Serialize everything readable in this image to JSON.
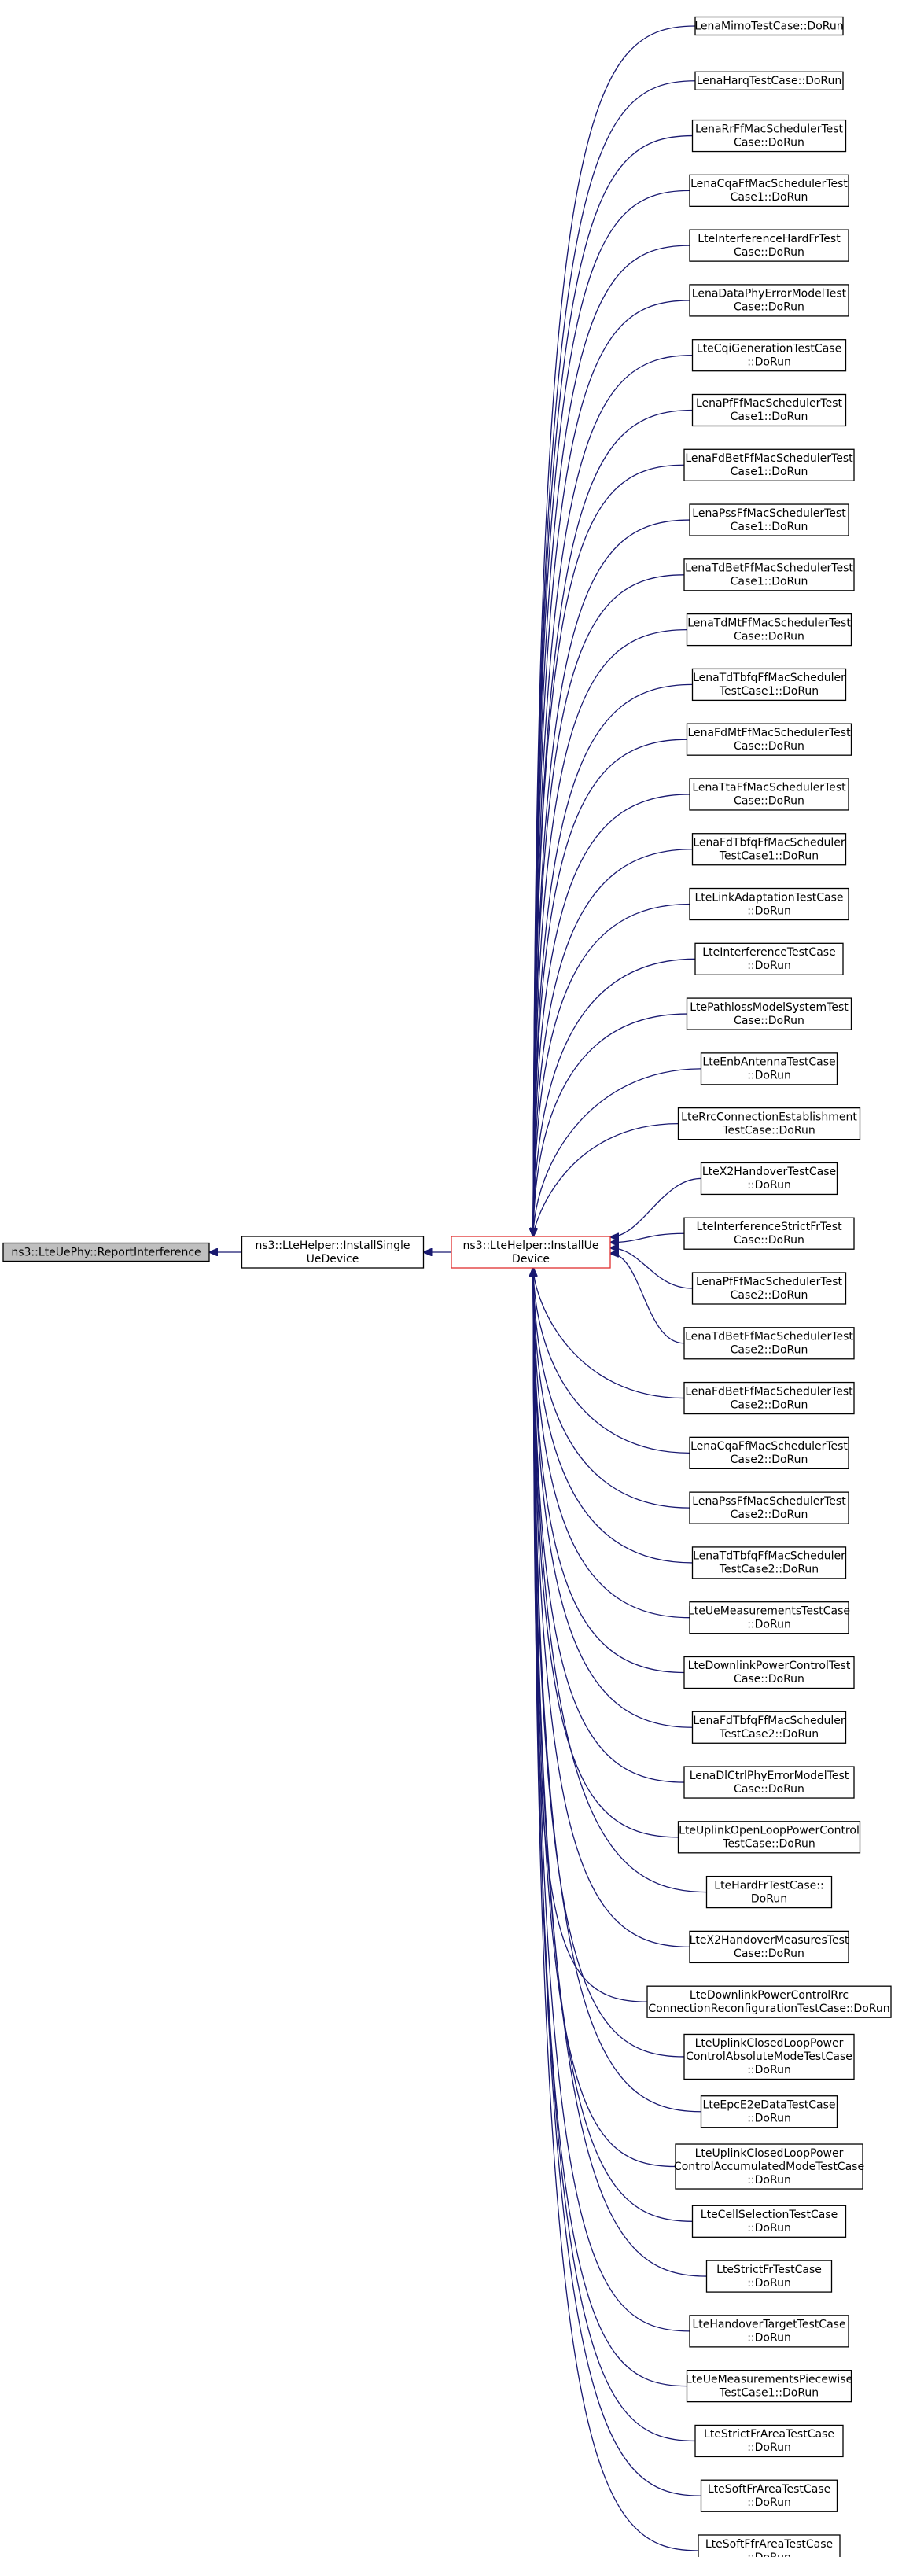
{
  "graph": {
    "edge_color": "#191970",
    "root": {
      "id": "root",
      "lines": [
        "ns3::LteUePhy::ReportInterference"
      ]
    },
    "middle": {
      "id": "mid",
      "lines": [
        "ns3::LteHelper::InstallSingle",
        "UeDevice"
      ]
    },
    "focus": {
      "id": "focus",
      "lines": [
        "ns3::LteHelper::InstallUe",
        "Device"
      ],
      "border_color": "#e03030"
    },
    "callers": [
      {
        "lines": [
          "LenaMimoTestCase::DoRun"
        ]
      },
      {
        "lines": [
          "LenaHarqTestCase::DoRun"
        ]
      },
      {
        "lines": [
          "LenaRrFfMacSchedulerTest",
          "Case::DoRun"
        ]
      },
      {
        "lines": [
          "LenaCqaFfMacSchedulerTest",
          "Case1::DoRun"
        ]
      },
      {
        "lines": [
          "LteInterferenceHardFrTest",
          "Case::DoRun"
        ]
      },
      {
        "lines": [
          "LenaDataPhyErrorModelTest",
          "Case::DoRun"
        ]
      },
      {
        "lines": [
          "LteCqiGenerationTestCase",
          "::DoRun"
        ]
      },
      {
        "lines": [
          "LenaPfFfMacSchedulerTest",
          "Case1::DoRun"
        ]
      },
      {
        "lines": [
          "LenaFdBetFfMacSchedulerTest",
          "Case1::DoRun"
        ]
      },
      {
        "lines": [
          "LenaPssFfMacSchedulerTest",
          "Case1::DoRun"
        ]
      },
      {
        "lines": [
          "LenaTdBetFfMacSchedulerTest",
          "Case1::DoRun"
        ]
      },
      {
        "lines": [
          "LenaTdMtFfMacSchedulerTest",
          "Case::DoRun"
        ]
      },
      {
        "lines": [
          "LenaTdTbfqFfMacScheduler",
          "TestCase1::DoRun"
        ]
      },
      {
        "lines": [
          "LenaFdMtFfMacSchedulerTest",
          "Case::DoRun"
        ]
      },
      {
        "lines": [
          "LenaTtaFfMacSchedulerTest",
          "Case::DoRun"
        ]
      },
      {
        "lines": [
          "LenaFdTbfqFfMacScheduler",
          "TestCase1::DoRun"
        ]
      },
      {
        "lines": [
          "LteLinkAdaptationTestCase",
          "::DoRun"
        ]
      },
      {
        "lines": [
          "LteInterferenceTestCase",
          "::DoRun"
        ]
      },
      {
        "lines": [
          "LtePathlossModelSystemTest",
          "Case::DoRun"
        ]
      },
      {
        "lines": [
          "LteEnbAntennaTestCase",
          "::DoRun"
        ]
      },
      {
        "lines": [
          "LteRrcConnectionEstablishment",
          "TestCase::DoRun"
        ]
      },
      {
        "lines": [
          "LteX2HandoverTestCase",
          "::DoRun"
        ]
      },
      {
        "lines": [
          "LteInterferenceStrictFrTest",
          "Case::DoRun"
        ]
      },
      {
        "lines": [
          "LenaPfFfMacSchedulerTest",
          "Case2::DoRun"
        ]
      },
      {
        "lines": [
          "LenaTdBetFfMacSchedulerTest",
          "Case2::DoRun"
        ]
      },
      {
        "lines": [
          "LenaFdBetFfMacSchedulerTest",
          "Case2::DoRun"
        ]
      },
      {
        "lines": [
          "LenaCqaFfMacSchedulerTest",
          "Case2::DoRun"
        ]
      },
      {
        "lines": [
          "LenaPssFfMacSchedulerTest",
          "Case2::DoRun"
        ]
      },
      {
        "lines": [
          "LenaTdTbfqFfMacScheduler",
          "TestCase2::DoRun"
        ]
      },
      {
        "lines": [
          "LteUeMeasurementsTestCase",
          "::DoRun"
        ]
      },
      {
        "lines": [
          "LteDownlinkPowerControlTest",
          "Case::DoRun"
        ]
      },
      {
        "lines": [
          "LenaFdTbfqFfMacScheduler",
          "TestCase2::DoRun"
        ]
      },
      {
        "lines": [
          "LenaDlCtrlPhyErrorModelTest",
          "Case::DoRun"
        ]
      },
      {
        "lines": [
          "LteUplinkOpenLoopPowerControl",
          "TestCase::DoRun"
        ]
      },
      {
        "lines": [
          "LteHardFrTestCase::",
          "DoRun"
        ]
      },
      {
        "lines": [
          "LteX2HandoverMeasuresTest",
          "Case::DoRun"
        ]
      },
      {
        "lines": [
          "LteDownlinkPowerControlRrc",
          "ConnectionReconfigurationTestCase::DoRun"
        ]
      },
      {
        "lines": [
          "LteUplinkClosedLoopPower",
          "ControlAbsoluteModeTestCase",
          "::DoRun"
        ]
      },
      {
        "lines": [
          "LteEpcE2eDataTestCase",
          "::DoRun"
        ]
      },
      {
        "lines": [
          "LteUplinkClosedLoopPower",
          "ControlAccumulatedModeTestCase",
          "::DoRun"
        ]
      },
      {
        "lines": [
          "LteCellSelectionTestCase",
          "::DoRun"
        ]
      },
      {
        "lines": [
          "LteStrictFrTestCase",
          "::DoRun"
        ]
      },
      {
        "lines": [
          "LteHandoverTargetTestCase",
          "::DoRun"
        ]
      },
      {
        "lines": [
          "LteUeMeasurementsPiecewise",
          "TestCase1::DoRun"
        ]
      },
      {
        "lines": [
          "LteStrictFrAreaTestCase",
          "::DoRun"
        ]
      },
      {
        "lines": [
          "LteSoftFrAreaTestCase",
          "::DoRun"
        ]
      },
      {
        "lines": [
          "LteSoftFfrAreaTestCase",
          "::DoRun"
        ]
      }
    ]
  }
}
